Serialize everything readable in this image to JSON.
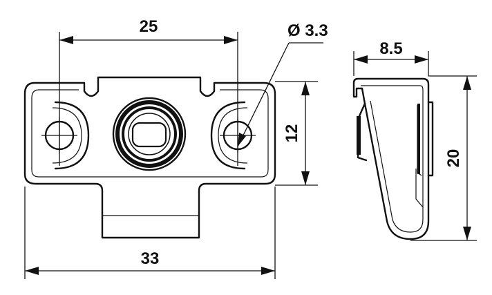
{
  "dimensions": {
    "hole_spacing": "25",
    "hole_diameter": "Ø 3.3",
    "overall_width": "33",
    "height_front": "12",
    "depth_side": "8.5",
    "height_side": "20"
  }
}
